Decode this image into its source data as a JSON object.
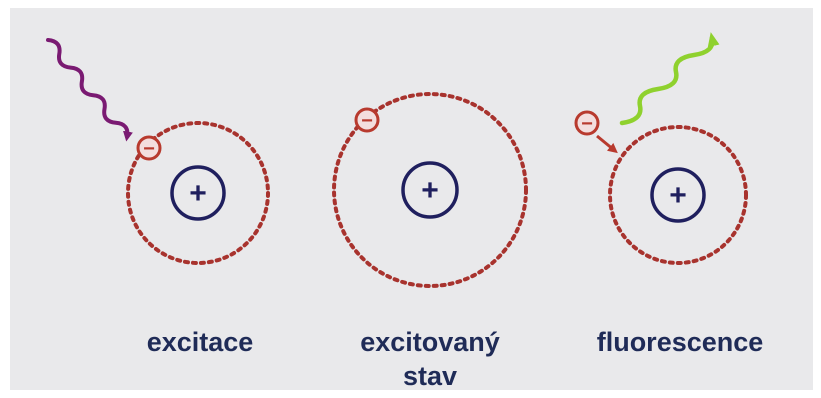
{
  "labels": {
    "excitation": "excitace",
    "excited_state_line1": "excitovaný",
    "excited_state_line2": "stav",
    "fluorescence": "fluorescence"
  },
  "symbols": {
    "nucleus": "+",
    "electron": "−"
  },
  "icons": {
    "incoming_photon": "wavy-arrow-icon",
    "emitted_photon": "wavy-arrow-icon",
    "electron_transition": "straight-arrow-icon"
  },
  "colors": {
    "background": "#e9e9eb",
    "nucleus": "#1f1f5e",
    "orbit": "#a8332e",
    "electron": "#b83a2e",
    "incoming_photon": "#7a1a72",
    "emitted_photon": "#8fd12e",
    "label_text": "#1f2b57"
  }
}
